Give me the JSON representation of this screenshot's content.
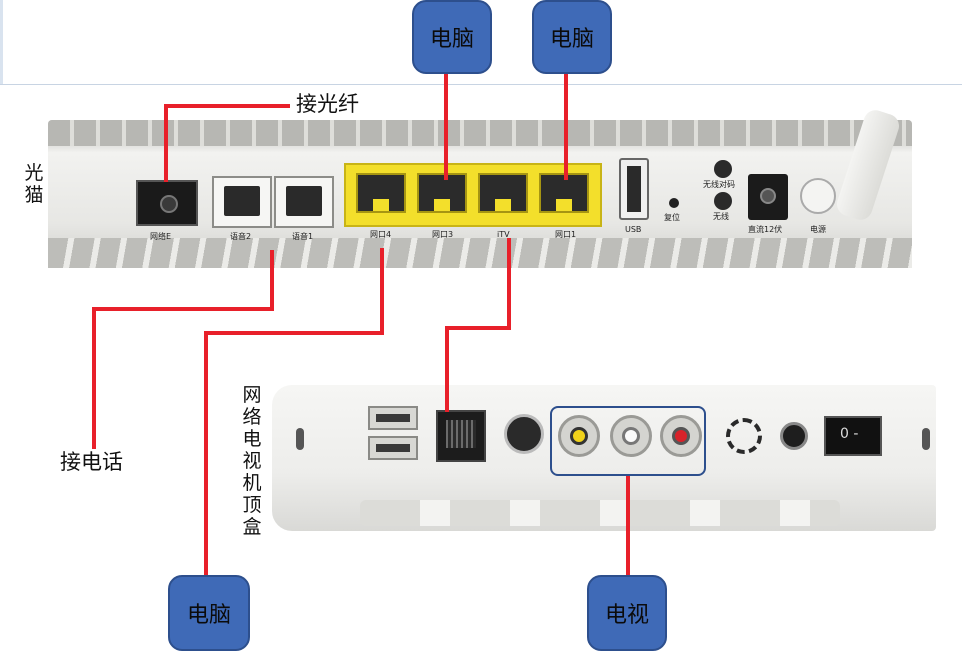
{
  "labels": {
    "top_pc_1": "电脑",
    "top_pc_2": "电脑",
    "bottom_pc": "电脑",
    "tv": "电视",
    "fiber": "接光纤",
    "phone": "接电话",
    "modem": "光猫",
    "stb": "网络电视机顶盒"
  },
  "router_ports": {
    "fiber": "网络E",
    "voice2": "语音2",
    "voice1": "语音1",
    "lan4": "网口4",
    "lan3": "网口3",
    "itv": "iTV",
    "lan1": "网口1",
    "usb": "USB",
    "reset": "复位",
    "wps": "无线对码",
    "wifi": "无线",
    "dc": "直流12伏",
    "power": "电源"
  },
  "stb_switch": "0 -",
  "colors": {
    "bubble": "#3f6ab7",
    "wire": "#e8202a",
    "lan_strip": "#f3df2b"
  }
}
